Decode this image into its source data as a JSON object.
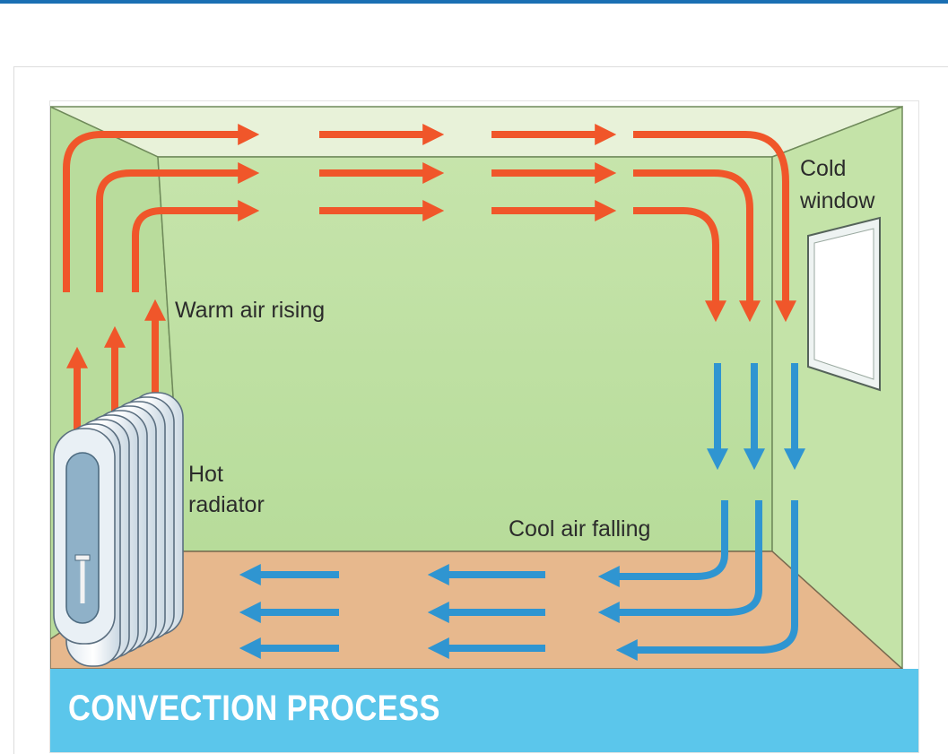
{
  "diagram": {
    "labels": {
      "cold_window": [
        "Cold",
        "window"
      ],
      "warm_air": "Warm air rising",
      "hot_radiator": [
        "Hot",
        "radiator"
      ],
      "cool_air": "Cool air falling"
    },
    "caption": "CONVECTION PROCESS",
    "colors": {
      "warm_arrow": "#f0562a",
      "cool_arrow": "#2f95d1",
      "wall": "#bfe0a3",
      "floor": "#e7b88d",
      "ceiling": "#e8f2d9",
      "caption_bar": "#5bc6eb",
      "top_bar": "#1a6fb3"
    },
    "icons": [
      "radiator-icon",
      "window-icon",
      "warm-arrow-icon",
      "cool-arrow-icon"
    ]
  }
}
